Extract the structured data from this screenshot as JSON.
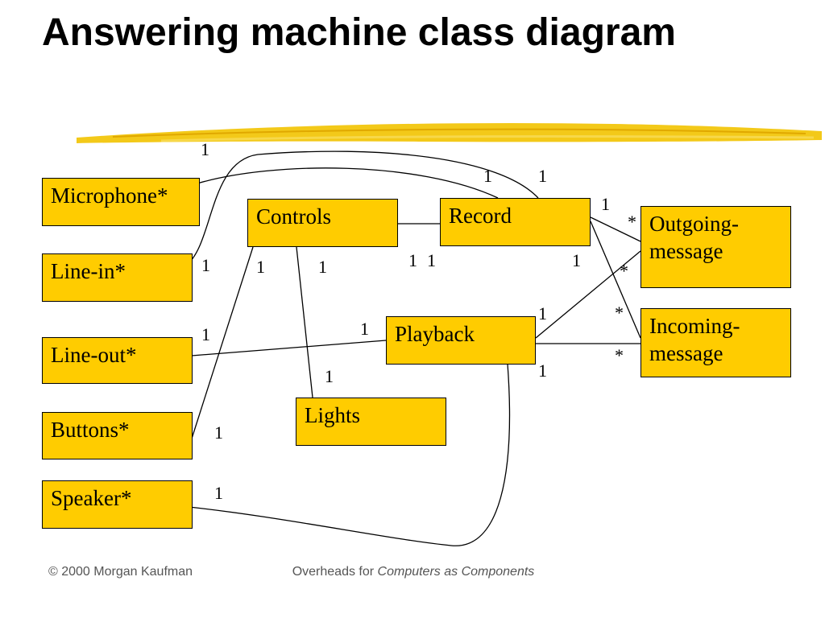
{
  "slide": {
    "title": "Answering machine class diagram"
  },
  "classes": {
    "microphone": "Microphone*",
    "line_in": "Line-in*",
    "line_out": "Line-out*",
    "buttons": "Buttons*",
    "speaker": "Speaker*",
    "controls": "Controls",
    "record": "Record",
    "playback": "Playback",
    "lights": "Lights",
    "outgoing": "Outgoing-\nmessage",
    "incoming": "Incoming-\nmessage"
  },
  "multiplicities": {
    "top_1": "1",
    "rec_1a": "1",
    "rec_1b": "1",
    "rec_right": "1",
    "out_star_top": "*",
    "lin_1": "1",
    "ctrl_1a": "1",
    "ctrl_1b": "1",
    "rec_bl_1a": "1",
    "rec_bl_1b": "1",
    "rec_br_1": "1",
    "out_star_bot": "*",
    "pb_tr_1": "1",
    "in_star_top": "*",
    "lout_1": "1",
    "pb_l_1": "1",
    "lights_1": "1",
    "pb_br_1": "1",
    "in_star_bot": "*",
    "btn_1": "1",
    "spk_1": "1"
  },
  "colors": {
    "class_fill": "#ffcc00",
    "accent_brush": "#f2c300"
  },
  "footer": {
    "left": "© 2000 Morgan Kaufman",
    "right_prefix": "Overheads for ",
    "right_italic": "Computers as Components"
  }
}
